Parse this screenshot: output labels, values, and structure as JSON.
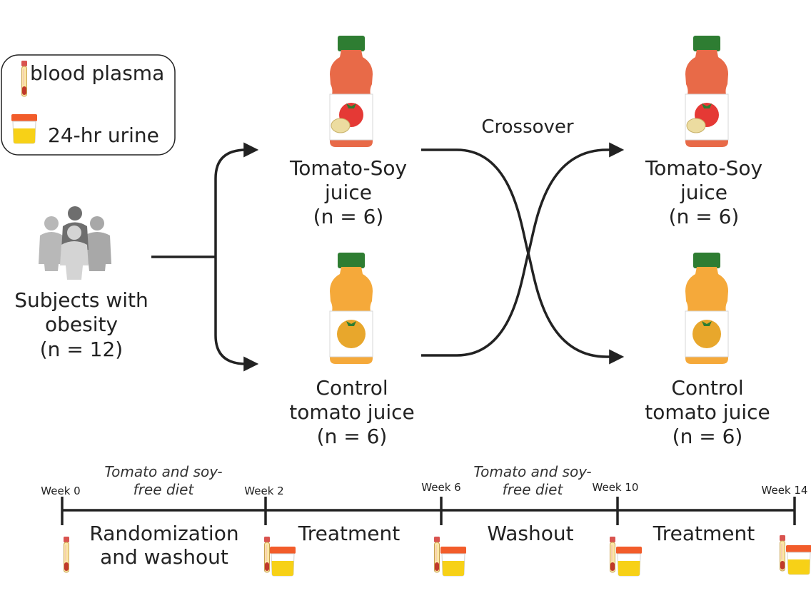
{
  "legend": {
    "blood_label": "blood plasma",
    "urine_label": "24-hr urine"
  },
  "subjects": {
    "line1": "Subjects with",
    "line2": "obesity",
    "line3": "(n = 12)"
  },
  "arms": {
    "top_left": {
      "line1": "Tomato-Soy",
      "line2": "juice",
      "line3": "(n = 6)"
    },
    "bottom_left": {
      "line1": "Control",
      "line2": "tomato juice",
      "line3": "(n = 6)"
    },
    "top_right": {
      "line1": "Tomato-Soy",
      "line2": "juice",
      "line3": "(n = 6)"
    },
    "bottom_right": {
      "line1": "Control",
      "line2": "tomato juice",
      "line3": "(n = 6)"
    }
  },
  "crossover_label": "Crossover",
  "timeline": {
    "weeks": [
      "Week 0",
      "Week 2",
      "Week 6",
      "Week 10",
      "Week 14"
    ],
    "diet_notes": [
      {
        "line1": "Tomato and soy-",
        "line2": "free diet"
      },
      {
        "line1": "Tomato and soy-",
        "line2": "free diet"
      }
    ],
    "phases": [
      {
        "line1": "Randomization",
        "line2": "and washout"
      },
      {
        "line1": "Treatment",
        "line2": ""
      },
      {
        "line1": "Washout",
        "line2": ""
      },
      {
        "line1": "Treatment",
        "line2": ""
      }
    ]
  },
  "colors": {
    "tomato_soy_bottle": "#e86a48",
    "control_bottle": "#f5a93a",
    "cap": "#2e7d32",
    "urine": "#f7d117",
    "urine_lid": "#f25c2a",
    "line": "#222222"
  }
}
